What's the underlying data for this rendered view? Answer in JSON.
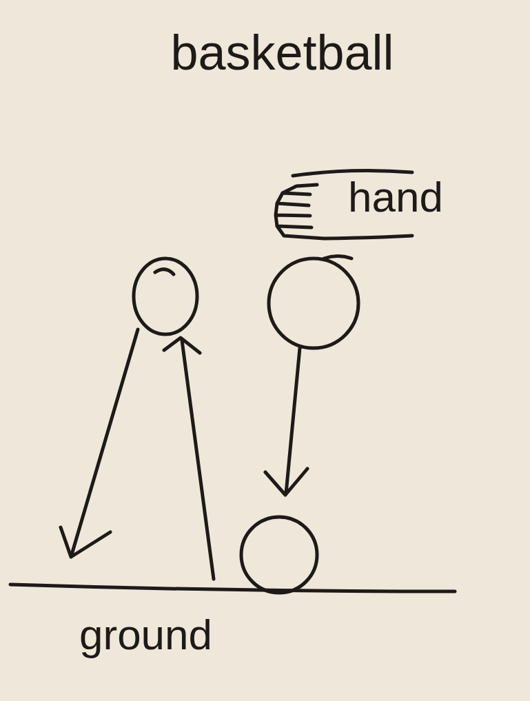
{
  "diagram": {
    "title": "basketball",
    "labels": [
      "hand",
      "ground"
    ]
  }
}
